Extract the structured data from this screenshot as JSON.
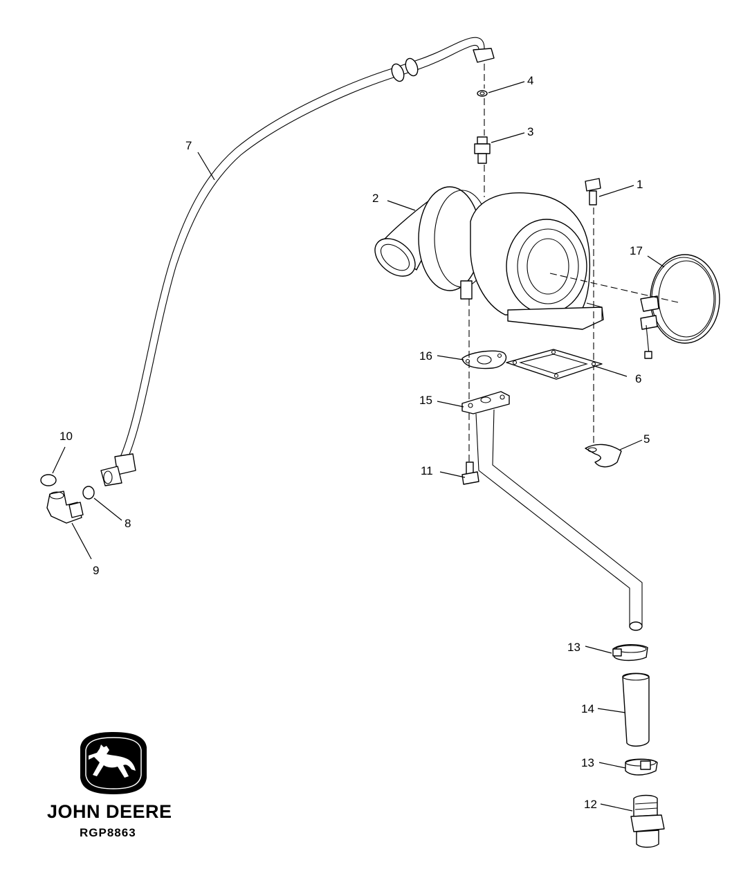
{
  "callouts": {
    "c1": "1",
    "c2": "2",
    "c3": "3",
    "c4": "4",
    "c5": "5",
    "c6": "6",
    "c7": "7",
    "c8": "8",
    "c9": "9",
    "c10": "10",
    "c11": "11",
    "c12": "12",
    "c13a": "13",
    "c13b": "13",
    "c14": "14",
    "c15": "15",
    "c16": "16",
    "c17": "17"
  },
  "logo": {
    "brand": "JOHN DEERE",
    "code": "RGP8863"
  }
}
